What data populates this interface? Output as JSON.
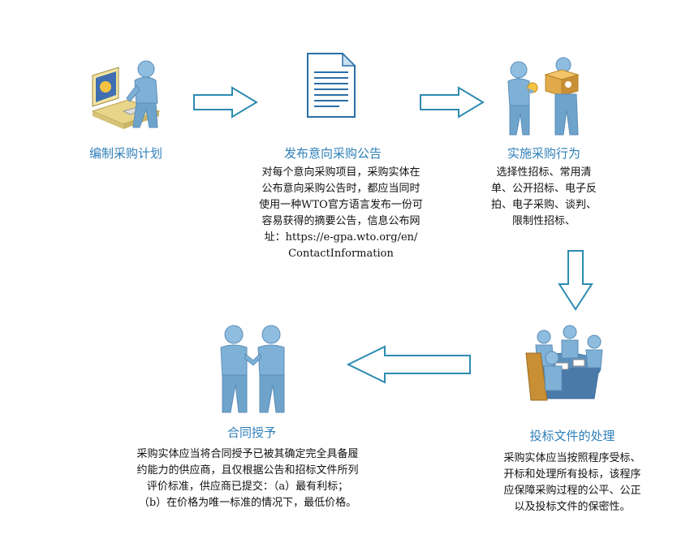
{
  "steps": {
    "plan": {
      "title": "编制采购计划"
    },
    "publish": {
      "title": "发布意向采购公告",
      "lines": [
        "对每个意向采购项目，采购实体在",
        "公布意向采购公告时，都应当同时",
        "使用一种WTO官方语言发布一份可",
        "容易获得的摘要公告，信息公布网",
        "址：https://e-gpa.wto.org/en/",
        "ContactInformation"
      ]
    },
    "implement": {
      "title": "实施采购行为",
      "lines": [
        "选择性招标、常用清",
        "单、公开招标、电子反",
        "拍、电子采购、谈判、",
        "限制性招标、"
      ]
    },
    "bid": {
      "title": "投标文件的处理",
      "lines": [
        "采购实体应当按照程序受标、",
        "开标和处理所有投标，该程序",
        "应保障采购过程的公平、公正",
        "以及投标文件的保密性。"
      ]
    },
    "award": {
      "title": "合同授予",
      "lines": [
        "采购实体应当将合同授予已被其确定完全具备履",
        "约能力的供应商，且仅根据公告和招标文件所列",
        "评价标准，供应商已提交：（a）最有利标；",
        "（b）在价格为唯一标准的情况下，最低价格。"
      ]
    }
  },
  "colors": {
    "accent": "#2e7fb8",
    "arrow": "#2d8bb0",
    "figure": "#7fb1d6",
    "text": "#111111"
  }
}
